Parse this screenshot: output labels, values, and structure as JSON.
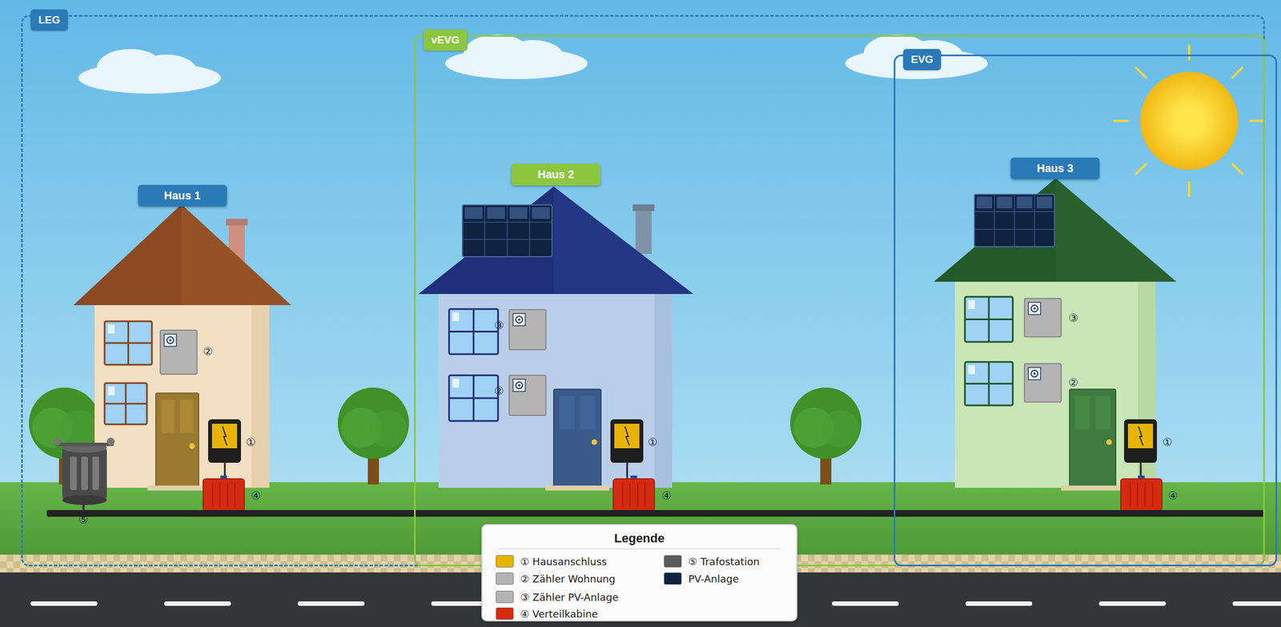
{
  "diagram": {
    "nodes": [
      {
        "text": [
          "LEG"
        ]
      },
      {
        "text": [
          "Haus 1"
        ],
        "in": 0
      },
      {
        "text": [
          "vEVG"
        ],
        "in": 0
      },
      {
        "text": [
          "Haus 2"
        ],
        "in": 2
      },
      {
        "text": [
          "EVG"
        ],
        "in": 2
      },
      {
        "text": [
          "Haus 3"
        ],
        "in": 4
      }
    ],
    "labels": [
      "②",
      "①",
      "④",
      "⑤",
      "③",
      "②",
      "①",
      "④",
      "③",
      "②",
      "①",
      "④",
      "Legende"
    ],
    "legend": [
      {
        "text": "① Hausanschluss",
        "color": "#e8b400"
      },
      {
        "text": "② Zähler Wohnung",
        "color": "#b4b4b4"
      },
      {
        "text": "③ Zähler PV-Anlage",
        "color": "#b4b4b4"
      },
      {
        "text": "④ Verteilkabine",
        "color": "#d42a10"
      },
      {
        "text": "⑤ Trafostation",
        "color": "#5a5a5a"
      },
      {
        "text": "PV-Anlage",
        "color": "#0f2240"
      }
    ]
  }
}
